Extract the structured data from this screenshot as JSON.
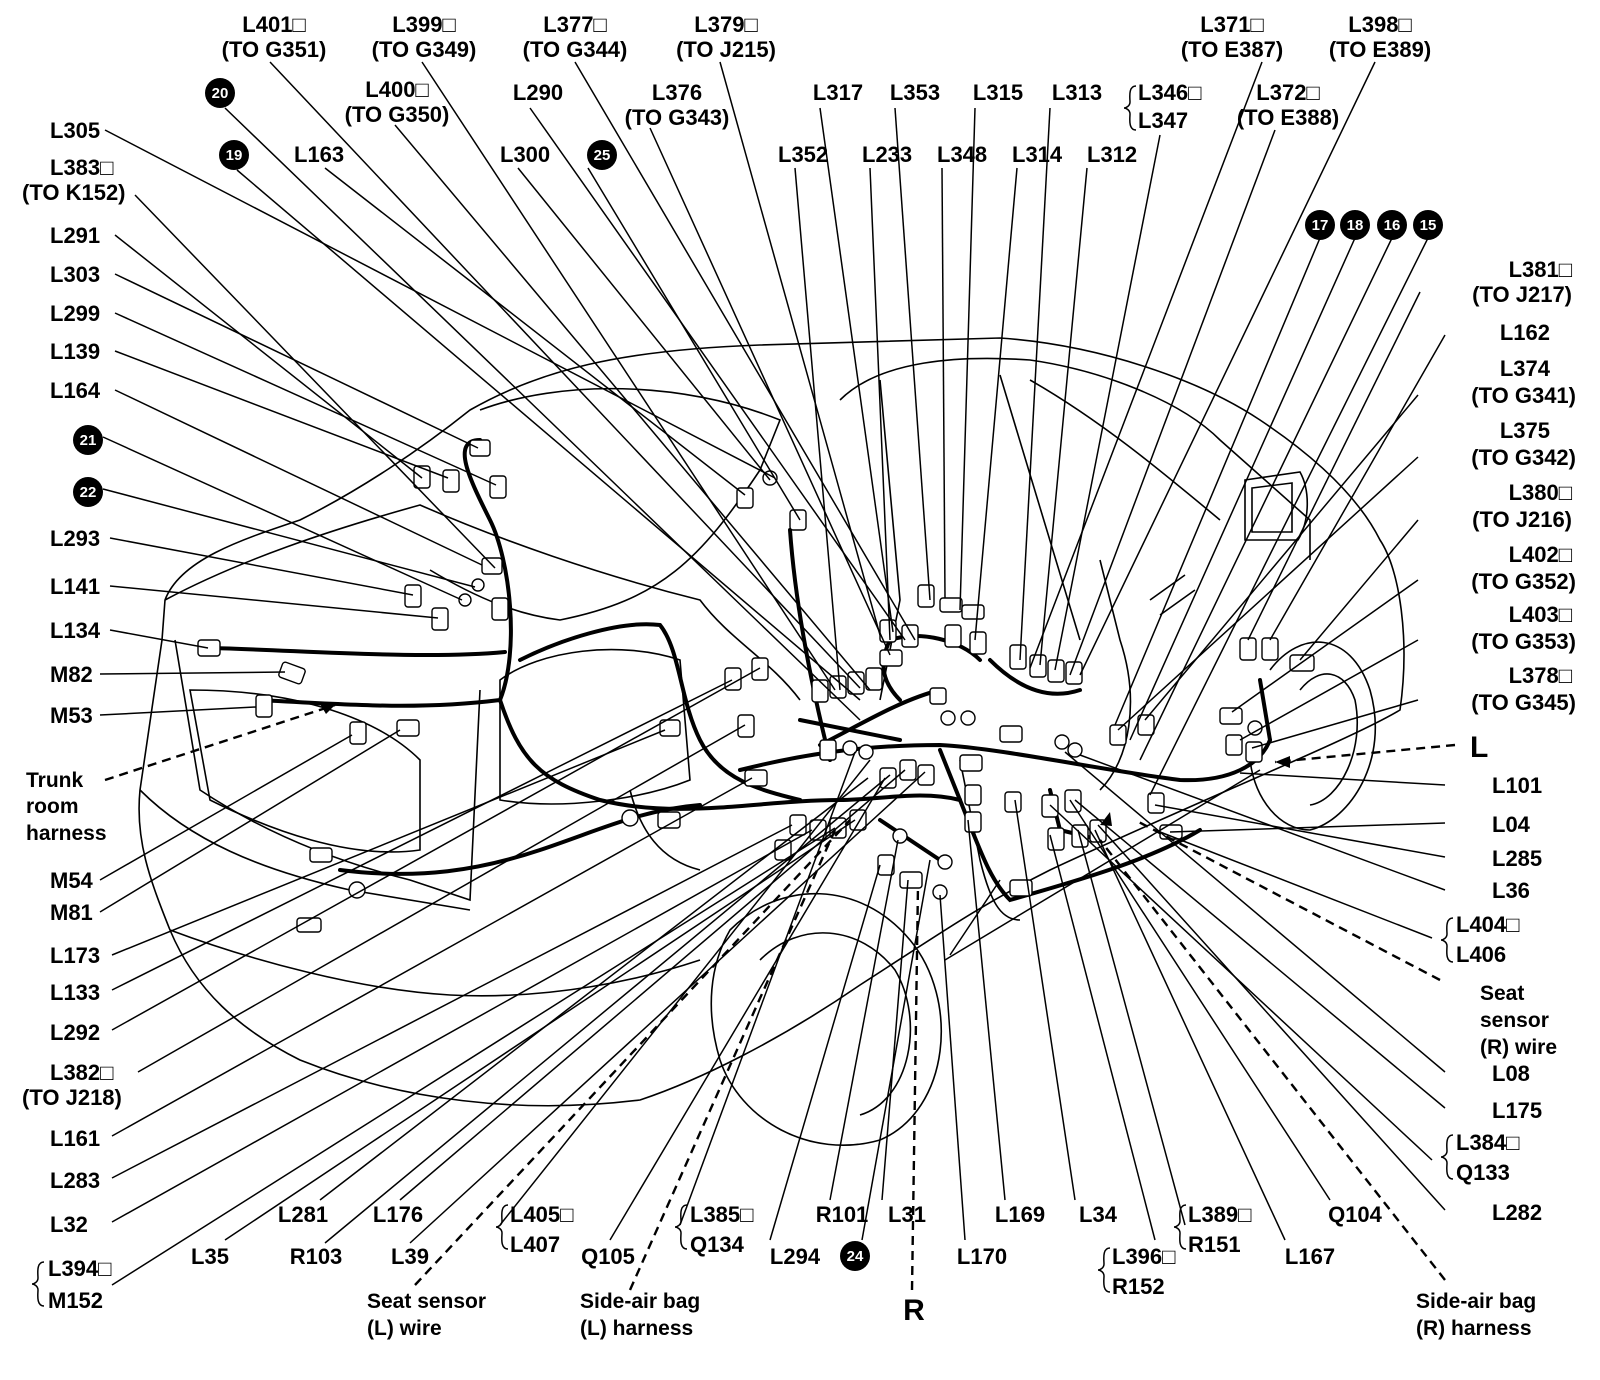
{
  "labels": {
    "L401": "L401□",
    "to_G351": "(TO G351)",
    "L399": "L399□",
    "to_G349": "(TO G349)",
    "L377": "L377□",
    "to_G344": "(TO G344)",
    "L379": "L379□",
    "to_J215": "(TO J215)",
    "L371": "L371□",
    "to_E387": "(TO E387)",
    "L398": "L398□",
    "to_E389": "(TO E389)",
    "L400": "L400□",
    "to_G350": "(TO G350)",
    "L290": "L290",
    "L376": "L376",
    "to_G343": "(TO G343)",
    "L317": "L317",
    "L353": "L353",
    "L315": "L315",
    "L313": "L313",
    "L346": "L346□",
    "L347": "L347",
    "L372": "L372□",
    "to_E388": "(TO E388)",
    "L305": "L305",
    "L163": "L163",
    "L300": "L300",
    "L352": "L352",
    "L233": "L233",
    "L348": "L348",
    "L314": "L314",
    "L312": "L312",
    "L383": "L383□",
    "to_K152": "(TO K152)",
    "L291": "L291",
    "L303": "L303",
    "L299": "L299",
    "L139": "L139",
    "L164": "L164",
    "L293": "L293",
    "L141": "L141",
    "L134": "L134",
    "M82": "M82",
    "M53": "M53",
    "M54": "M54",
    "M81": "M81",
    "L173": "L173",
    "L133": "L133",
    "L292": "L292",
    "L382": "L382□",
    "to_J218": "(TO J218)",
    "L161": "L161",
    "L283": "L283",
    "L32": "L32",
    "L394": "L394□",
    "M152": "M152",
    "L35": "L35",
    "L281": "L281",
    "R103": "R103",
    "L176": "L176",
    "L39": "L39",
    "L405": "L405□",
    "L407": "L407",
    "Q105": "Q105",
    "L385": "L385□",
    "Q134": "Q134",
    "L294": "L294",
    "R101": "R101",
    "L31": "L31",
    "L170": "L170",
    "L169": "L169",
    "L34": "L34",
    "L396": "L396□",
    "R152": "R152",
    "L389": "L389□",
    "R151": "R151",
    "L167": "L167",
    "Q104": "Q104",
    "L381": "L381□",
    "to_J217": "(TO J217)",
    "L162": "L162",
    "L374": "L374",
    "to_G341": "(TO G341)",
    "L375": "L375",
    "to_G342": "(TO G342)",
    "L380": "L380□",
    "to_J216": "(TO J216)",
    "L402": "L402□",
    "to_G352": "(TO G352)",
    "L403": "L403□",
    "to_G353": "(TO G353)",
    "L378": "L378□",
    "to_G345": "(TO G345)",
    "L101": "L101",
    "L04": "L04",
    "L285": "L285",
    "L36": "L36",
    "L404": "L404□",
    "L406": "L406",
    "L08": "L08",
    "L175": "L175",
    "L384": "L384□",
    "Q133": "Q133",
    "L282": "L282",
    "side_L": "L",
    "side_R": "R"
  },
  "badges": {
    "b20": "20",
    "b19": "19",
    "b25": "25",
    "b21": "21",
    "b22": "22",
    "b17": "17",
    "b18": "18",
    "b16": "16",
    "b15": "15",
    "b24": "24"
  },
  "callouts": {
    "trunk_1": "Trunk",
    "trunk_2": "room",
    "trunk_3": "harness",
    "seat_r_1": "Seat",
    "seat_r_2": "sensor",
    "seat_r_3": "(R) wire",
    "seat_l_1": "Seat sensor",
    "seat_l_2": "(L) wire",
    "sab_l_1": "Side-air bag",
    "sab_l_2": "(L) harness",
    "sab_r_1": "Side-air bag",
    "sab_r_2": "(R) harness"
  }
}
